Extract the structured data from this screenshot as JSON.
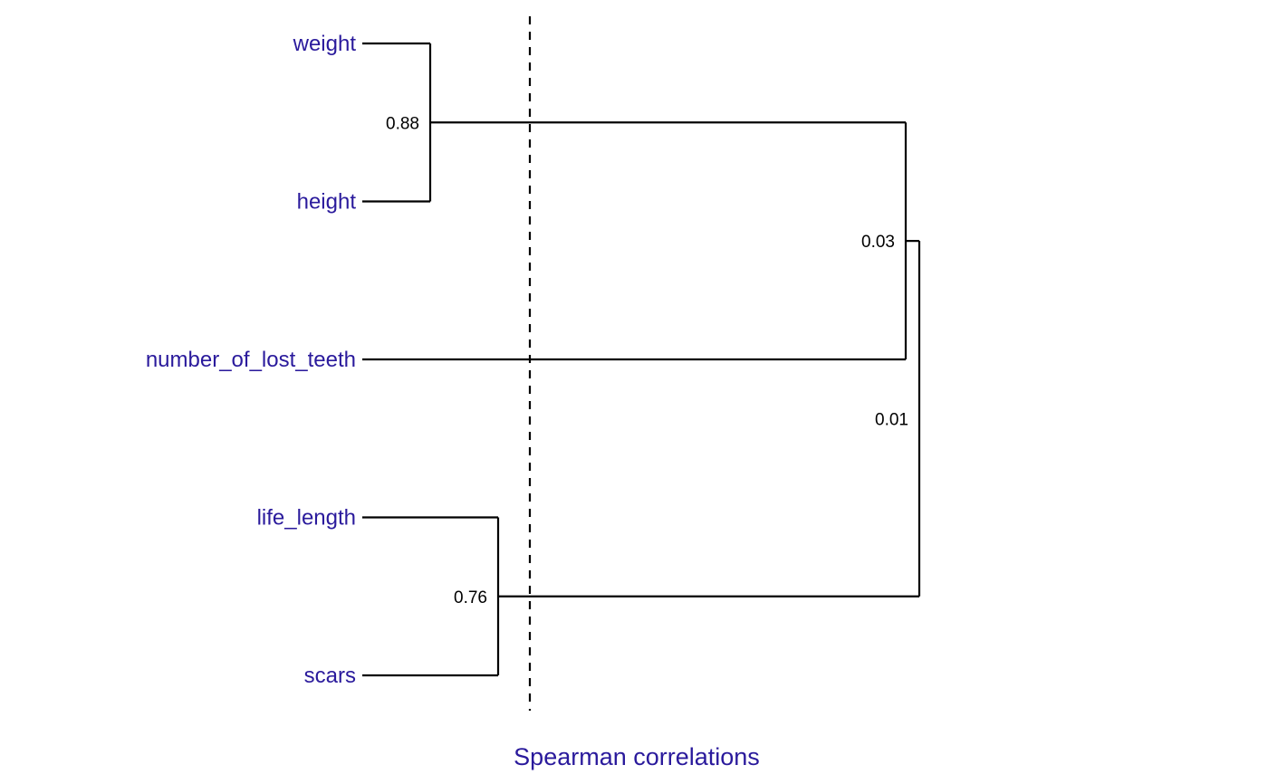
{
  "chart_data": {
    "type": "dendrogram",
    "orientation": "horizontal",
    "xlabel": "Spearman correlations",
    "leaves": [
      "weight",
      "height",
      "number_of_lost_teeth",
      "life_length",
      "scars"
    ],
    "merges": [
      {
        "members": [
          "weight",
          "height"
        ],
        "correlation": 0.88,
        "label": "0.88"
      },
      {
        "members": [
          "life_length",
          "scars"
        ],
        "correlation": 0.76,
        "label": "0.76"
      },
      {
        "members": [
          "weight",
          "height",
          "number_of_lost_teeth"
        ],
        "correlation": 0.03,
        "label": "0.03"
      },
      {
        "members": [
          "weight",
          "height",
          "number_of_lost_teeth",
          "life_length",
          "scars"
        ],
        "correlation": 0.01,
        "label": "0.01"
      }
    ],
    "cutoff_line": {
      "style": "dashed",
      "correlation": 0.7
    },
    "colors": {
      "labels": "#2a1a9c",
      "branches": "#000000"
    }
  }
}
